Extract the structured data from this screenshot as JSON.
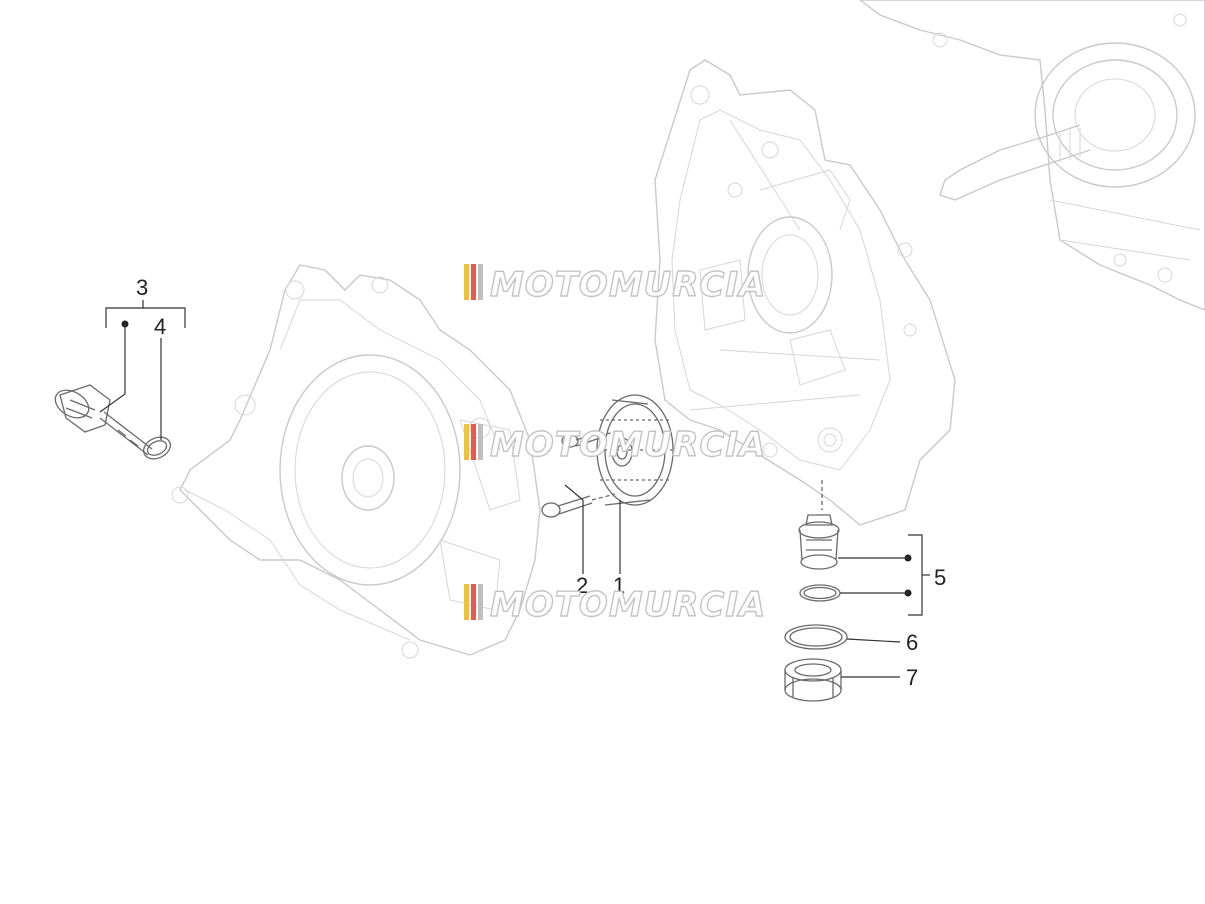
{
  "diagram": {
    "callouts": [
      {
        "number": "1"
      },
      {
        "number": "2"
      },
      {
        "number": "3"
      },
      {
        "number": "4"
      },
      {
        "number": "5"
      },
      {
        "number": "6"
      },
      {
        "number": "7"
      }
    ]
  },
  "watermark": {
    "text": "MOTOMURCIA",
    "stripe_colors": [
      "#f2c230",
      "#e85a4f",
      "#bfbfbf"
    ]
  }
}
